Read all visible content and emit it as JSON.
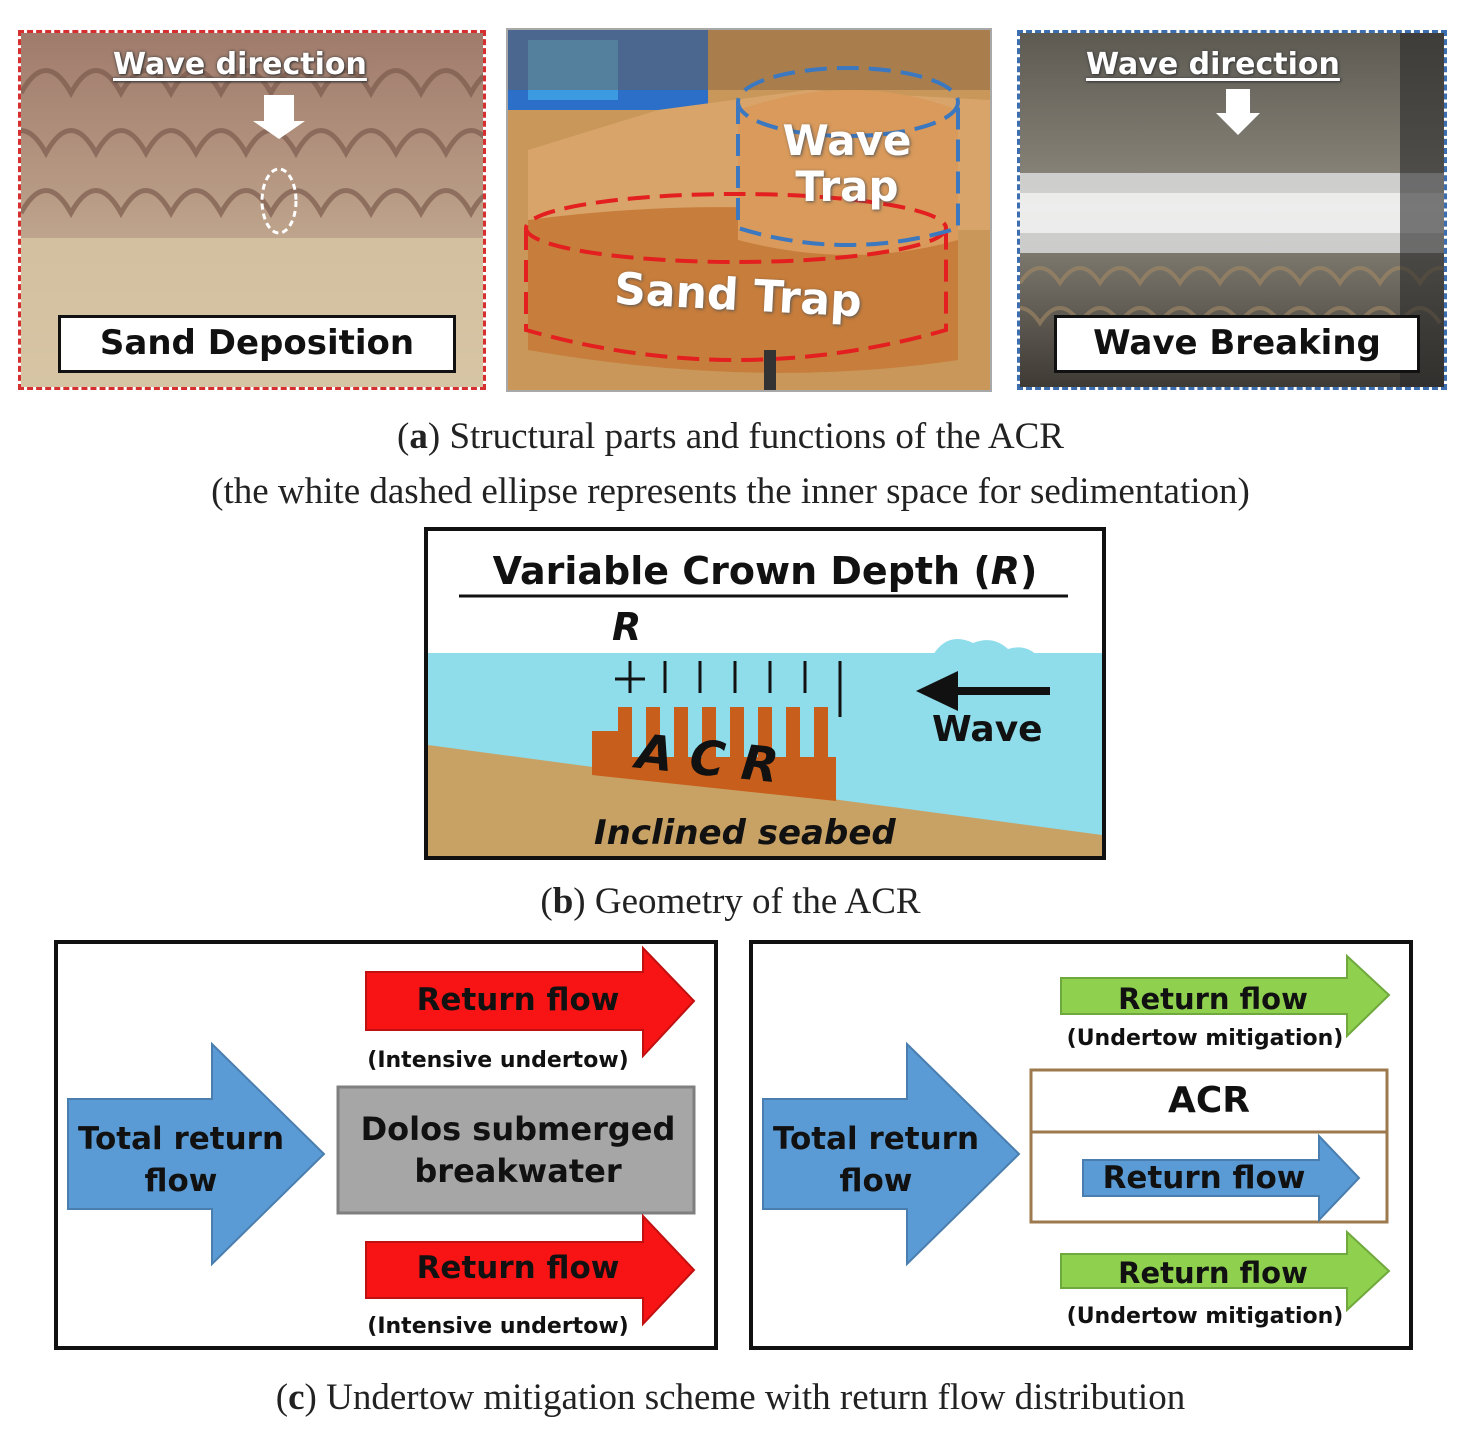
{
  "panel_a": {
    "left_photo": {
      "wave_direction": "Wave direction",
      "label": "Sand Deposition",
      "frame_color": "#d62f2f"
    },
    "middle_photo": {
      "wave_trap": "Wave Trap",
      "sand_trap": "Sand Trap"
    },
    "right_photo": {
      "wave_direction": "Wave direction",
      "label": "Wave Breaking",
      "frame_color": "#3d6fb0"
    },
    "caption_letter": "a",
    "caption_text": "Structural parts and functions of the ACR",
    "caption_line2": "(the white dashed ellipse represents the inner space for sedimentation)"
  },
  "panel_b": {
    "title_prefix": "Variable Crown Depth (",
    "title_var": "R",
    "title_suffix": ")",
    "r_label": "R",
    "acr_label": "A C R",
    "wave_label": "Wave",
    "seabed_label": "Inclined seabed",
    "caption_letter": "b",
    "caption_text": "Geometry of the ACR",
    "colors": {
      "water": "#8fdceb",
      "seabed": "#c8a265",
      "acr": "#c85e1c"
    }
  },
  "panel_c": {
    "left": {
      "total_flow": "Total return flow",
      "top_flow": "Return flow",
      "top_sub": "(Intensive undertow)",
      "middle_block": "Dolos submerged breakwater",
      "bottom_flow": "Return flow",
      "bottom_sub": "(Intensive undertow)"
    },
    "right": {
      "total_flow": "Total return flow",
      "top_flow": "Return flow",
      "top_sub": "(Undertow mitigation)",
      "acr_label": "ACR",
      "inner_flow": "Return flow",
      "bottom_flow": "Return flow",
      "bottom_sub": "(Undertow mitigation)"
    },
    "caption_letter": "c",
    "caption_text": "Undertow mitigation scheme with return flow distribution",
    "colors": {
      "blue": "#5b9bd5",
      "red": "#f81414",
      "green": "#8fd14f",
      "gray": "#a6a6a6",
      "brown": "#9c7a4d"
    }
  }
}
